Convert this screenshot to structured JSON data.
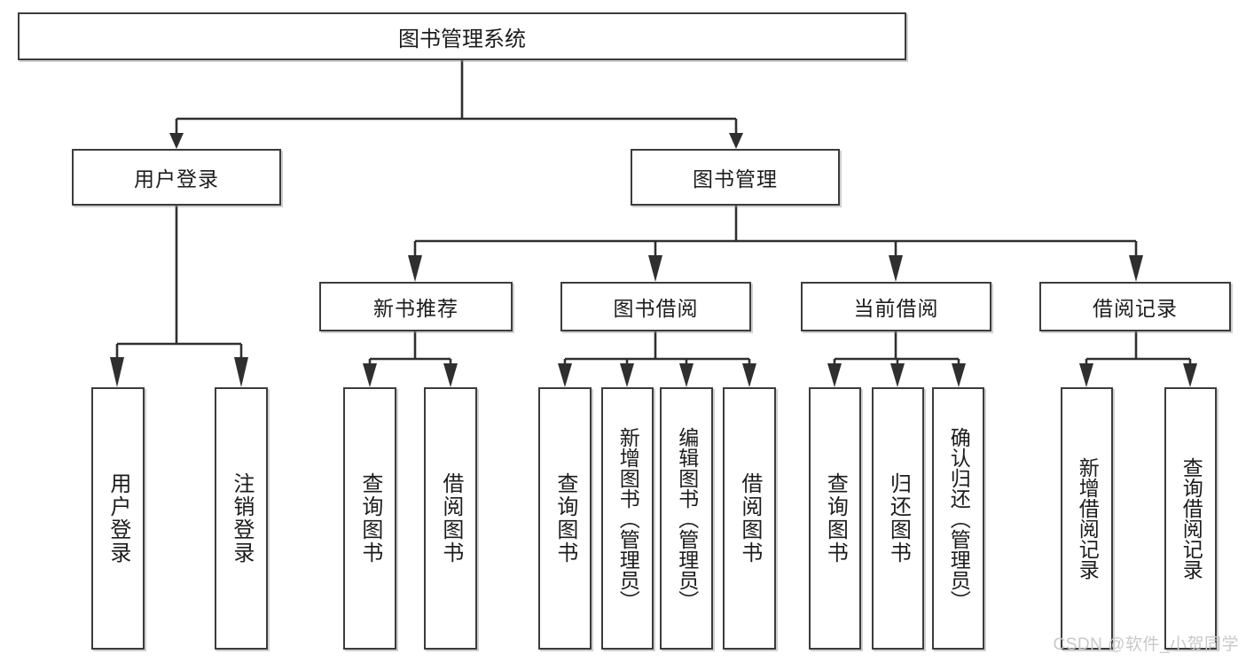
{
  "diagram": {
    "title": "图书管理系统",
    "root": {
      "label": "图书管理系统"
    },
    "level2": [
      {
        "label": "用户登录"
      },
      {
        "label": "图书管理"
      }
    ],
    "level3": [
      {
        "label": "新书推荐"
      },
      {
        "label": "图书借阅"
      },
      {
        "label": "当前借阅"
      },
      {
        "label": "借阅记录"
      }
    ],
    "leaves": {
      "user_login": [
        {
          "label": "用户登录"
        },
        {
          "label": "注销登录"
        }
      ],
      "new_book_recommend": [
        {
          "label": "查询图书"
        },
        {
          "label": "借阅图书"
        }
      ],
      "book_borrow": [
        {
          "label": "查询图书"
        },
        {
          "label": "新增图书（管理员）"
        },
        {
          "label": "编辑图书（管理员）"
        },
        {
          "label": "借阅图书"
        }
      ],
      "current_borrow": [
        {
          "label": "查询图书"
        },
        {
          "label": "归还图书"
        },
        {
          "label": "确认归还（管理员）"
        }
      ],
      "borrow_record": [
        {
          "label": "新增借阅记录"
        },
        {
          "label": "查询借阅记录"
        }
      ]
    }
  },
  "watermark": {
    "text": "CSDN @软件_小贺同学"
  },
  "colors": {
    "box_border": "#3c3c3c",
    "box_fill": "#ffffff",
    "line": "#2f2f2f",
    "text": "#1c1c1c",
    "watermark": "#c9c9c9"
  }
}
